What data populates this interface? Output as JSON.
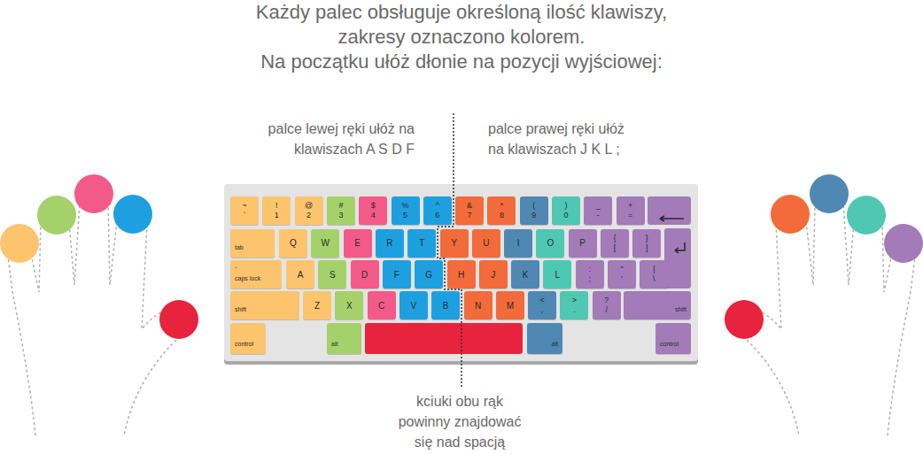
{
  "diagram": {
    "title": "Każdy palec obsługuje określoną ilość klawiszy, zakresy oznaczono kolorem.",
    "nodes": [
      {
        "text": [
          "~",
          "`"
        ]
      },
      {
        "text": [
          "!",
          "1"
        ]
      },
      {
        "text": [
          "@",
          "2"
        ]
      },
      {
        "text": [
          "#",
          "3"
        ]
      },
      {
        "text": [
          "$",
          "4"
        ]
      },
      {
        "text": [
          "%",
          "5"
        ]
      },
      {
        "text": [
          "^",
          "6"
        ]
      },
      {
        "text": [
          "&",
          "7"
        ]
      },
      {
        "text": [
          "*",
          "8"
        ]
      },
      {
        "text": [
          "(",
          "9"
        ]
      },
      {
        "text": [
          ")",
          "0"
        ]
      },
      {
        "text": [
          "_",
          "-"
        ]
      },
      {
        "text": [
          "+",
          "="
        ]
      },
      {
        "text": [
          "tab"
        ]
      },
      {
        "text": [
          "Q"
        ]
      },
      {
        "text": [
          "W"
        ]
      },
      {
        "text": [
          "E"
        ]
      },
      {
        "text": [
          "R"
        ]
      },
      {
        "text": [
          "T"
        ]
      },
      {
        "text": [
          "Y"
        ]
      },
      {
        "text": [
          "U"
        ]
      },
      {
        "text": [
          "I"
        ]
      },
      {
        "text": [
          "O"
        ]
      },
      {
        "text": [
          "P"
        ]
      },
      {
        "text": [
          "{",
          "["
        ]
      },
      {
        "text": [
          "}",
          "]"
        ]
      },
      {
        "text": [
          "-",
          "caps lock"
        ]
      },
      {
        "text": [
          "A"
        ]
      },
      {
        "text": [
          "S"
        ]
      },
      {
        "text": [
          "D"
        ]
      },
      {
        "text": [
          "F"
        ]
      },
      {
        "text": [
          "G"
        ]
      },
      {
        "text": [
          "H"
        ]
      },
      {
        "text": [
          "J"
        ]
      },
      {
        "text": [
          "K"
        ]
      },
      {
        "text": [
          "L"
        ]
      },
      {
        "text": [
          ":",
          ";"
        ]
      },
      {
        "text": [
          "\"",
          "'"
        ]
      },
      {
        "text": [
          "|",
          "\\"
        ]
      },
      {
        "text": [
          "shift"
        ]
      },
      {
        "text": [
          "Z"
        ]
      },
      {
        "text": [
          "X"
        ]
      },
      {
        "text": [
          "C"
        ]
      },
      {
        "text": [
          "V"
        ]
      },
      {
        "text": [
          "B"
        ]
      },
      {
        "text": [
          "N"
        ]
      },
      {
        "text": [
          "M"
        ]
      },
      {
        "text": [
          "<",
          ","
        ]
      },
      {
        "text": [
          ">",
          "."
        ]
      },
      {
        "text": [
          "?",
          "/"
        ]
      },
      {
        "text": [
          "shift"
        ]
      },
      {
        "text": [
          "control"
        ]
      },
      {
        "text": [
          "alt"
        ]
      },
      {
        "text": [
          "alt"
        ]
      },
      {
        "text": [
          "control"
        ]
      }
    ],
    "labels": [
      "Na początku ułóż dłonie na pozycji wyjściowej:",
      "palce lewej ręki ułóż na klawiszach A S D F",
      "palce prawej ręki ułóż na klawiszach J K L ;",
      "kciuki obu rąk powinny znajdować się nad spacją"
    ]
  }
}
